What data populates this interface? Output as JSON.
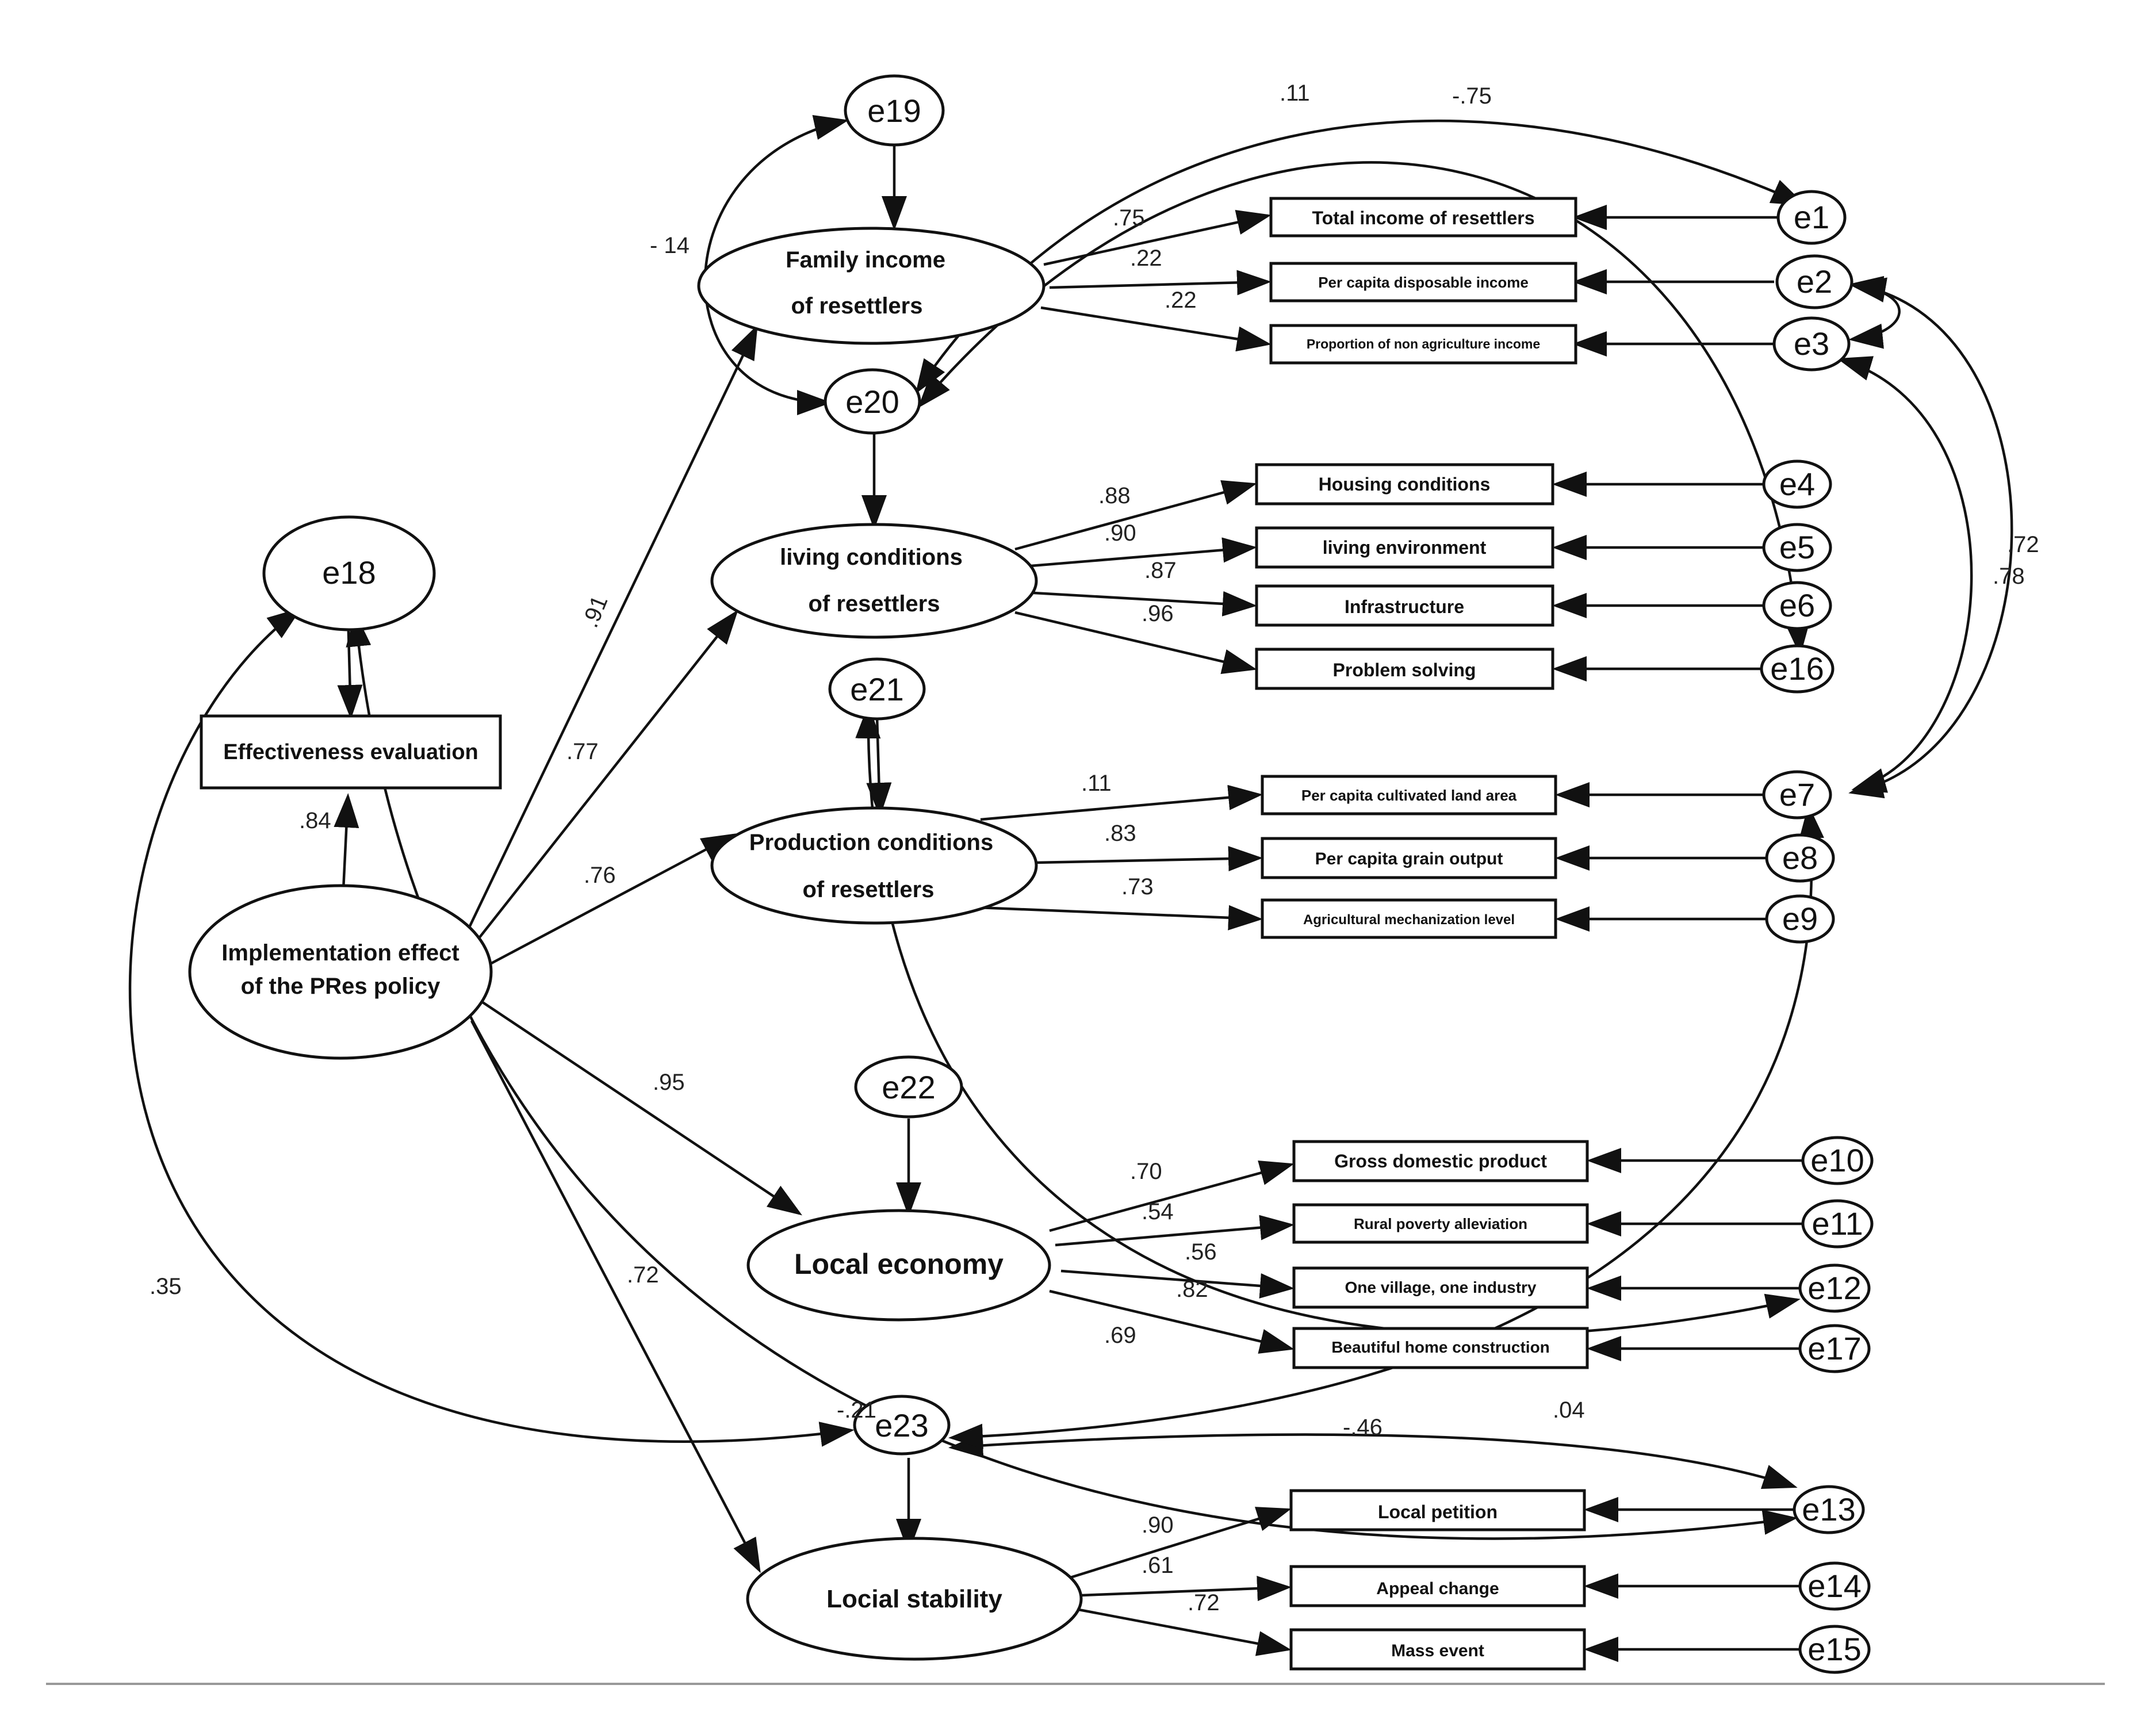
{
  "nodes": {
    "impl": [
      "Implementation effect",
      "of the PRes policy"
    ],
    "family": [
      "Family income",
      "of resettlers"
    ],
    "living": [
      "living conditions",
      "of resettlers"
    ],
    "production": [
      "Production conditions",
      "of resettlers"
    ],
    "economy": [
      "Local economy"
    ],
    "stability": [
      "Locial stability"
    ]
  },
  "boxes": {
    "eff": "Effectiveness evaluation",
    "b1": "Total income of resettlers",
    "b2": "Per capita disposable income",
    "b3": "Proportion of non agriculture income",
    "b4": "Housing conditions",
    "b5": "living environment",
    "b6": "Infrastructure",
    "b16": "Problem solving",
    "b7": "Per capita cultivated land area",
    "b8": "Per capita grain output",
    "b9": "Agricultural mechanization level",
    "b10": "Gross domestic product",
    "b11": "Rural poverty alleviation",
    "b12": "One village, one industry",
    "b17": "Beautiful home construction",
    "b13": "Local petition",
    "b14": "Appeal change",
    "b15": "Mass event"
  },
  "errors": {
    "e1": "e1",
    "e2": "e2",
    "e3": "e3",
    "e4": "e4",
    "e5": "e5",
    "e6": "e6",
    "e16": "e16",
    "e7": "e7",
    "e8": "e8",
    "e9": "e9",
    "e10": "e10",
    "e11": "e11",
    "e12": "e12",
    "e17": "e17",
    "e13": "e13",
    "e14": "e14",
    "e15": "e15",
    "e18": "e18",
    "e19": "e19",
    "e20": "e20",
    "e21": "e21",
    "e22": "e22",
    "e23": "e23"
  },
  "coefficients": {
    "c_eff": ".84",
    "c_family": ".91",
    "c_living": ".77",
    "c_production": ".76",
    "c_economy": ".95",
    "c_stability": ".72",
    "c_b1": ".75",
    "c_b2": ".22",
    "c_b3": ".22",
    "c_b4": ".88",
    "c_b5": ".90",
    "c_b6": ".87",
    "c_b16": ".96",
    "c_b7": ".11",
    "c_b8": ".83",
    "c_b9": ".73",
    "c_b10": ".70",
    "c_b11": ".54",
    "c_b12": ".56",
    "c_b17": ".82",
    "c_eco_extra": ".69",
    "c_b13": ".90",
    "c_b14": ".61",
    "c_b15": ".72",
    "cov_e19_e20": "- 14",
    "cov_e20_e1": ".11",
    "cov_e20_e16": "-.75",
    "cov_e3_e7": ".72",
    "cov_e2_e7": ".78",
    "cov_e18_e23": ".35",
    "cov_e23_e13": "-.21",
    "cov_e7_e23": "-.46",
    "cov_e21_e12": ".04"
  }
}
